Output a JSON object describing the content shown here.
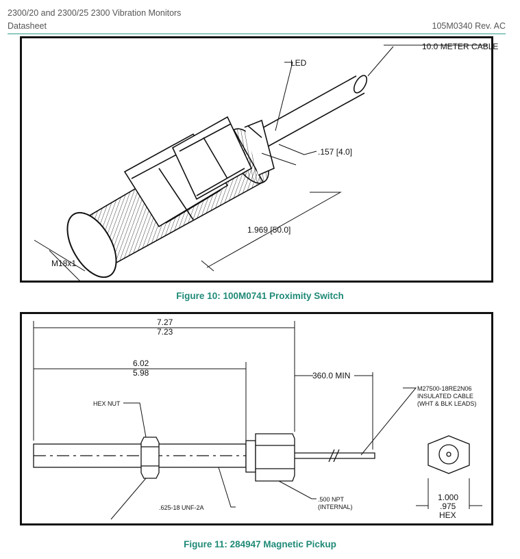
{
  "header": {
    "title": "2300/20 and 2300/25 2300 Vibration Monitors",
    "subtitle": "Datasheet",
    "doc_number": "105M0340 Rev. AC"
  },
  "figure10": {
    "caption": "Figure 10:  100M0741 Proximity Switch",
    "labels": {
      "cable": "10.0 METER CABLE",
      "led": "LED",
      "thickness": ".157 [4.0]",
      "length": "1.969 [50.0]",
      "thread": "M18x1"
    }
  },
  "figure11": {
    "caption": "Figure 11:  284947 Magnetic Pickup",
    "labels": {
      "overall_max": "7.27",
      "overall_min": "7.23",
      "body_max": "6.02",
      "body_min": "5.98",
      "cable_min": "360.0 MIN",
      "hex_nut": "HEX NUT",
      "cable_part": "M27500-18RE2N06",
      "cable_desc": "INSULATED CABLE",
      "cable_leads": "(WHT & BLK LEADS)",
      "thread": ".625-18 UNF-2A",
      "npt": ".500 NPT",
      "npt_note": "(INTERNAL)",
      "hex_max": "1.000",
      "hex_min": ".975",
      "hex_label": "HEX"
    }
  }
}
